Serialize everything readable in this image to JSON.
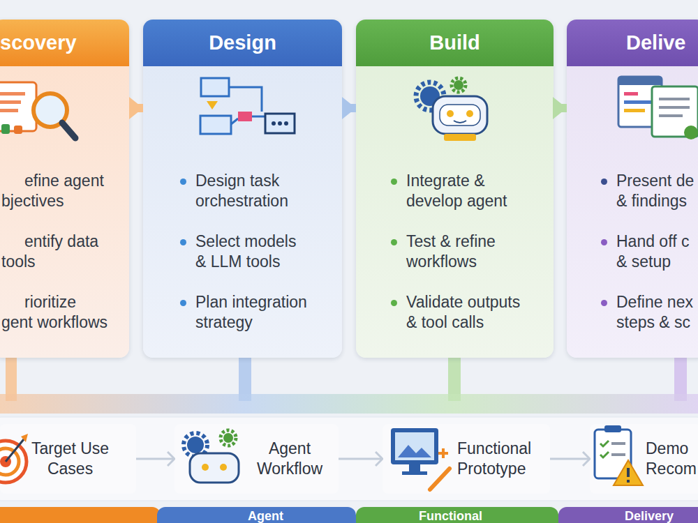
{
  "diagram": {
    "nodes": [
      {
        "text": [
          "scovery",
          "efine agent bjectives",
          "entify data tools",
          "rioritize gent workflows"
        ]
      },
      {
        "text": [
          "Design",
          "Design task orchestration",
          "Select models & LLM tools",
          "Plan integration strategy"
        ]
      },
      {
        "text": [
          "Build",
          "Integrate & develop agent",
          "Test & refine workflows",
          "Validate outputs & tool calls"
        ]
      },
      {
        "text": [
          "Delive",
          "Present de & findings",
          "Hand off c & setup",
          "Define nex steps & sc"
        ]
      },
      {
        "text": [
          "Target Use Cases"
        ]
      },
      {
        "text": [
          "Agent Workflow"
        ]
      },
      {
        "text": [
          "Functional Prototype"
        ]
      },
      {
        "text": [
          "Demo Recom"
        ]
      },
      {
        "text": [
          "Agent"
        ]
      },
      {
        "text": [
          "Functional"
        ]
      },
      {
        "text": [
          "Delivery"
        ]
      }
    ],
    "edges": [
      {
        "from": 0,
        "to": 1,
        "arrow": "to"
      },
      {
        "from": 1,
        "to": 2,
        "arrow": "to"
      },
      {
        "from": 2,
        "to": 3,
        "arrow": "to"
      },
      {
        "from": 4,
        "to": 5,
        "arrow": "to"
      },
      {
        "from": 5,
        "to": 6,
        "arrow": "to"
      },
      {
        "from": 6,
        "to": 7,
        "arrow": "to"
      }
    ]
  }
}
